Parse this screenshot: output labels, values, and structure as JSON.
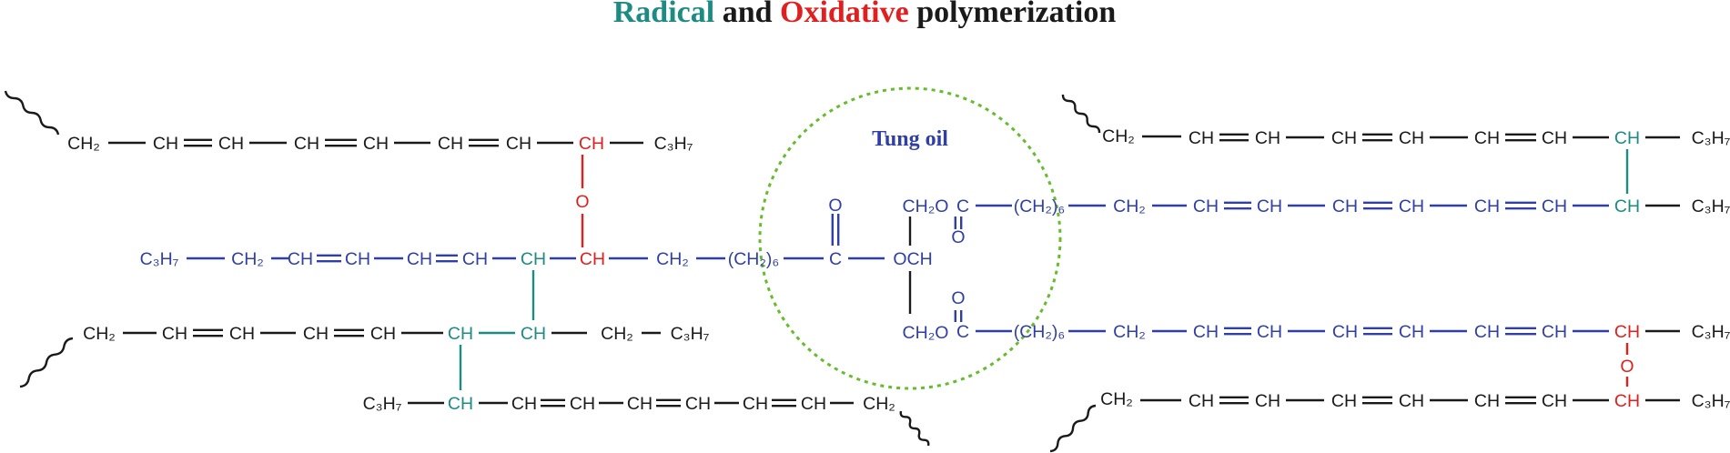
{
  "title": {
    "word_radical": "Radical",
    "word_and": "and",
    "word_oxidative": "Oxidative",
    "word_polymerization": "polymerization"
  },
  "tung_oil_label": "Tung oil",
  "colors": {
    "radical": "#1e8b83",
    "oxidative": "#e02020",
    "tung_oil": "#2f3fa6",
    "chain": "#1a1a1a",
    "circle": "#66bb2e"
  },
  "labels": {
    "ch2": "CH₂",
    "ch": "CH",
    "c3h7": "C₃H₇",
    "o": "O",
    "c": "C",
    "och": "OCH",
    "ch2o": "CH₂O",
    "ch2_6": "(CH₂)₆"
  }
}
